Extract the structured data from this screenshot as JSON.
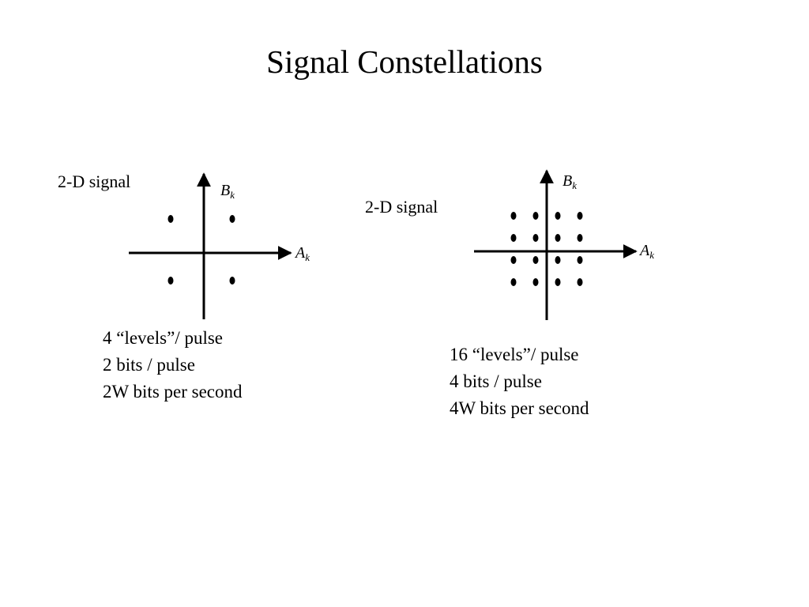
{
  "title": "Signal Constellations",
  "left": {
    "signal_label": "2-D signal",
    "axis_b": "B",
    "axis_b_sub": "k",
    "axis_a": "A",
    "axis_a_sub": "k",
    "points": [
      [
        -1,
        1
      ],
      [
        1,
        1
      ],
      [
        -1,
        -1
      ],
      [
        1,
        -1
      ]
    ],
    "caption": [
      "4 “levels”/ pulse",
      "2 bits / pulse",
      "2W bits per second"
    ]
  },
  "right": {
    "signal_label": "2-D signal",
    "axis_b": "B",
    "axis_b_sub": "k",
    "axis_a": "A",
    "axis_a_sub": "k",
    "points": [
      [
        -3,
        3
      ],
      [
        -1,
        3
      ],
      [
        1,
        3
      ],
      [
        3,
        3
      ],
      [
        -3,
        1
      ],
      [
        -1,
        1
      ],
      [
        1,
        1
      ],
      [
        3,
        1
      ],
      [
        -3,
        -1
      ],
      [
        -1,
        -1
      ],
      [
        1,
        -1
      ],
      [
        3,
        -1
      ],
      [
        -3,
        -3
      ],
      [
        -1,
        -3
      ],
      [
        1,
        -3
      ],
      [
        3,
        -3
      ]
    ],
    "caption": [
      "16 “levels”/ pulse",
      "4 bits / pulse",
      "4W bits per second"
    ]
  }
}
